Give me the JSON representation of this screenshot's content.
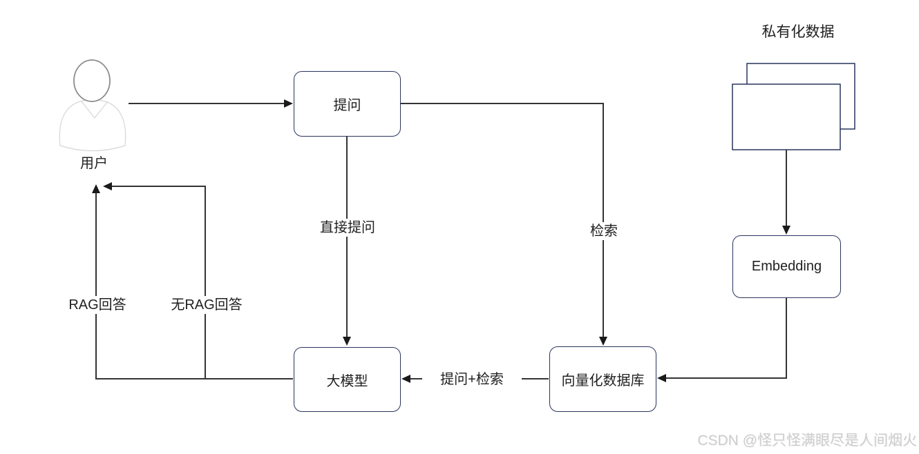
{
  "diagram": {
    "user": {
      "label": "用户"
    },
    "data_source": {
      "title": "私有化数据"
    },
    "nodes": {
      "question": {
        "label": "提问"
      },
      "embedding": {
        "label": "Embedding"
      },
      "vector_db": {
        "label": "向量化数据库"
      },
      "llm": {
        "label": "大模型"
      }
    },
    "edge_labels": {
      "direct_question": "直接提问",
      "retrieval": "检索",
      "rag_answer": "RAG回答",
      "no_rag_answer": "无RAG回答",
      "question_plus_retrieval": "提问+检索"
    },
    "colors": {
      "node_border": "#29335c",
      "connector": "#333333",
      "arrowhead": "#1a1a1a",
      "text": "#1f1f1f",
      "user_icon_head": "#8c8c8c",
      "user_icon_body": "#d6d6d6",
      "watermark": "#cdcdcd"
    }
  },
  "watermark": {
    "text": "CSDN @怪只怪满眼尽是人间烟火"
  }
}
